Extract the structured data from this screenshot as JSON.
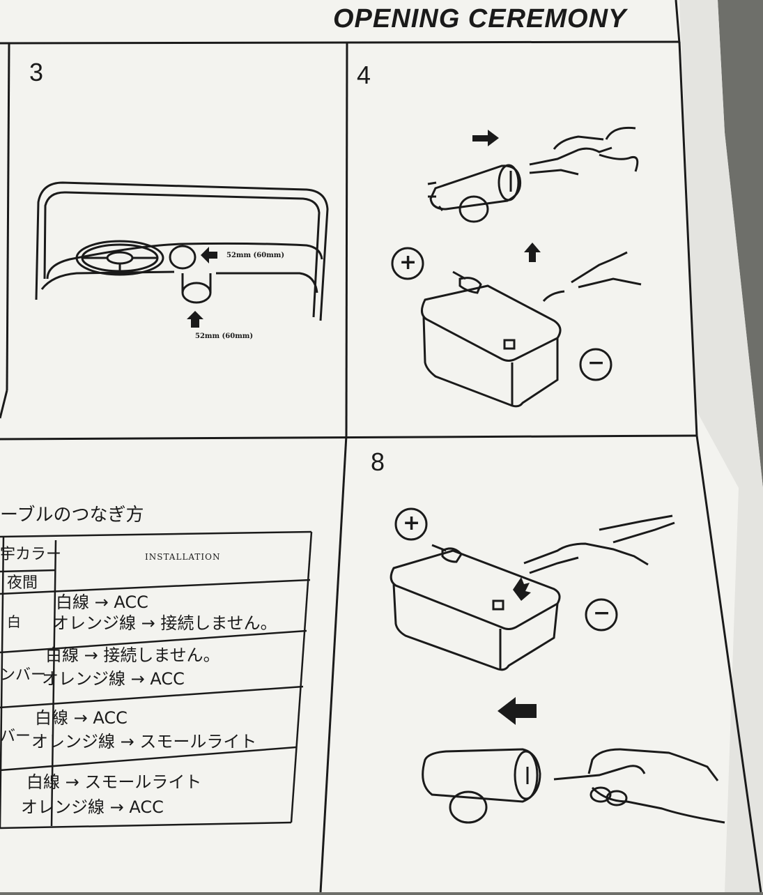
{
  "sheet": {
    "title": "OPENING CEREMONY",
    "steps": {
      "step3": "3",
      "step4": "4",
      "step8": "8"
    },
    "step3": {
      "label_upper": "52mm (60mm)",
      "label_lower": "52mm (60mm)"
    },
    "step4": {
      "plus": "+",
      "minus": "−"
    },
    "step8": {
      "plus": "+",
      "minus": "−"
    },
    "cable": {
      "heading": "ーブルのつなぎ方",
      "col_color": "宇カラー",
      "col_night": "夜間",
      "col_install": "INSTALLATION",
      "rows": [
        {
          "label": "白",
          "line1": "白線 → ACC",
          "line2": "オレンジ線 → 接続しません。"
        },
        {
          "label": "ンバー",
          "line1": "白線 → 接続しません。",
          "line2": "オレンジ線 → ACC"
        },
        {
          "label": "バー",
          "line1": "白線 → ACC",
          "line2": "オレンジ線 → スモールライト"
        },
        {
          "label": "",
          "line1": "白線 → スモールライト",
          "line2": "オレンジ線 → ACC"
        }
      ]
    }
  },
  "colors": {
    "paper": "#f4f4f0",
    "ink": "#1a1a1a",
    "background": "#6e6f6a"
  }
}
